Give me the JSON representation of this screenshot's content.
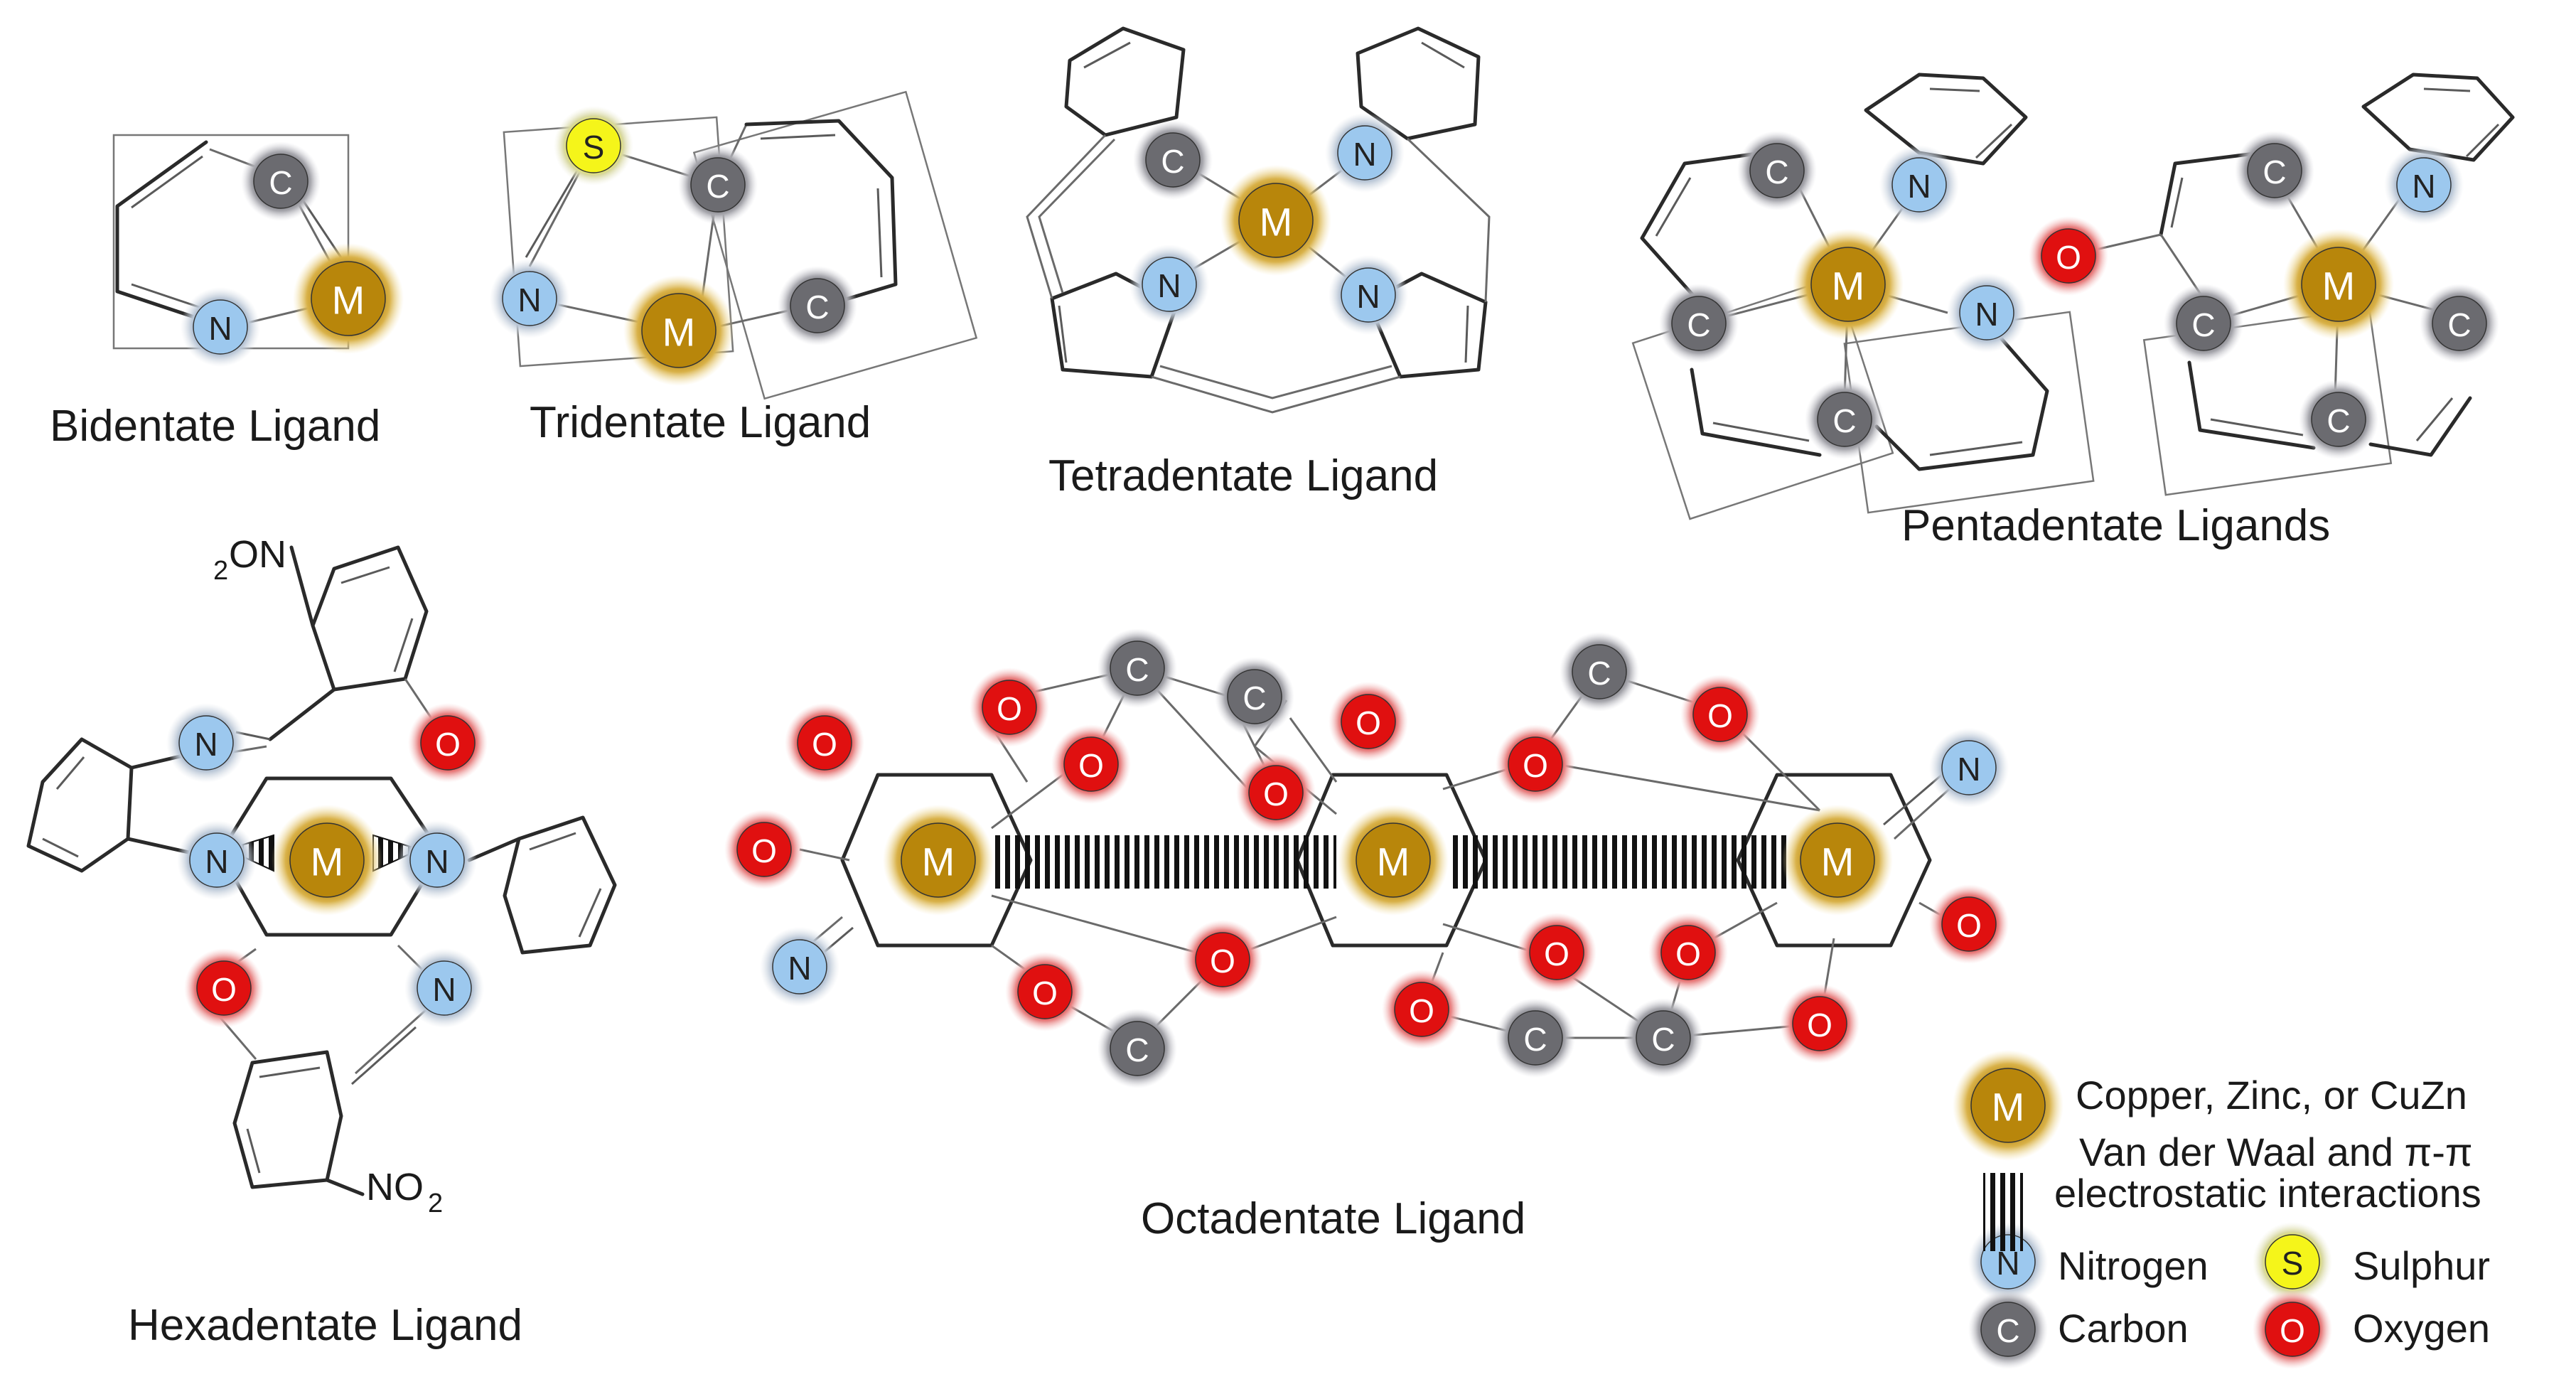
{
  "labels": {
    "bidentate": "Bidentate Ligand",
    "tridentate": "Tridentate Ligand",
    "tetradentate": "Tetradentate Ligand",
    "pentadentate": "Pentadentate Ligands",
    "hexadentate": "Hexadentate Ligand",
    "octadentate": "Octadentate Ligand"
  },
  "substituents": {
    "no2_top_prefix": "2",
    "no2_top_main": "ON",
    "no2_bottom_main": "NO",
    "no2_bottom_sub": "2"
  },
  "atoms": {
    "metal": "M",
    "carbon": "C",
    "nitrogen": "N",
    "oxygen": "O",
    "sulphur": "S"
  },
  "legend": {
    "metal": "Copper, Zinc, or CuZn",
    "interaction_line1": "Van der Waal and π-π",
    "interaction_line2": "electrostatic interactions",
    "nitrogen": "Nitrogen",
    "sulphur": "Sulphur",
    "carbon": "Carbon",
    "oxygen": "Oxygen"
  },
  "colors": {
    "metal": "#b8860b",
    "carbon": "#6b6b70",
    "nitrogen": "#9cc8ee",
    "oxygen": "#e01010",
    "sulphur": "#f5f51a"
  }
}
